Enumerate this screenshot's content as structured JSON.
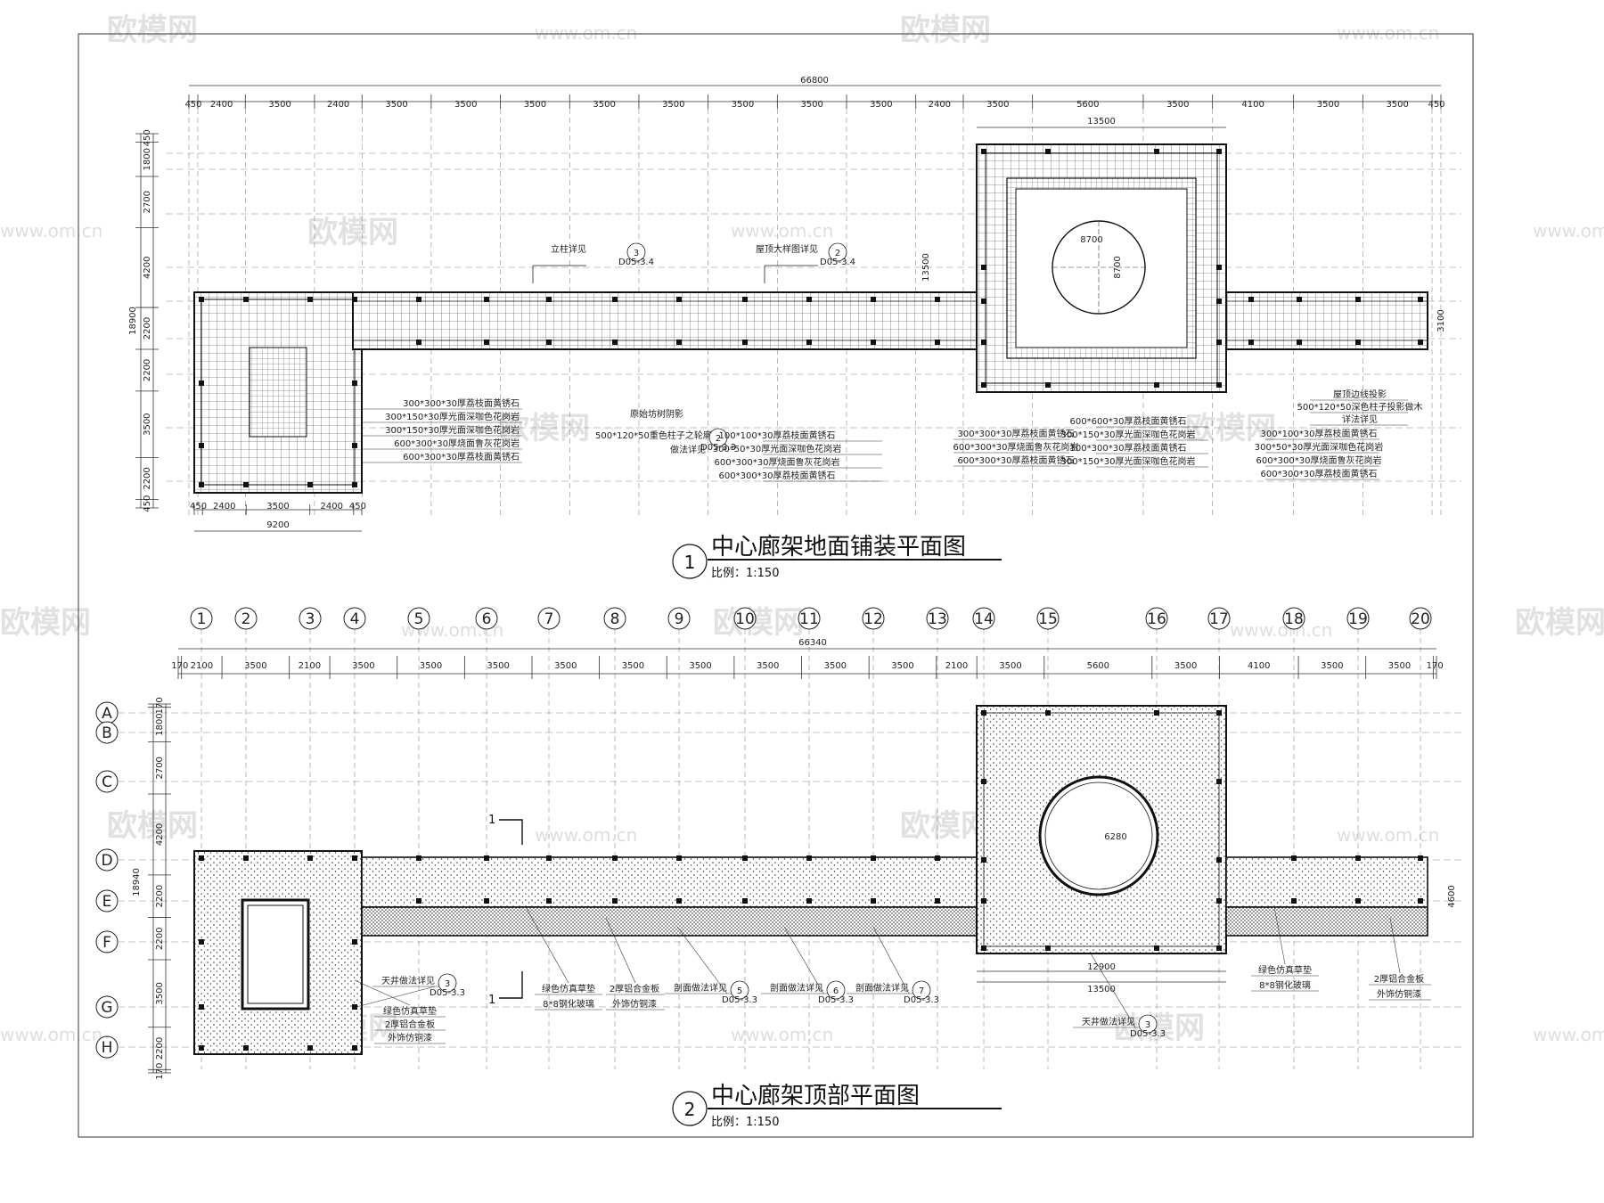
{
  "watermark": {
    "logo": "欧模网",
    "url": "www.om.cn"
  },
  "plan1": {
    "number": "1",
    "title": "中心廊架地面铺装平面图",
    "scale": "比例：1:150",
    "overall_dim": "66800",
    "top_dims": [
      "450",
      "2400",
      "3500",
      "2400",
      "3500",
      "3500",
      "3500",
      "3500",
      "3500",
      "3500",
      "3500",
      "3500",
      "2400",
      "3500",
      "5600",
      "3500",
      "4100",
      "3500",
      "3500",
      "450"
    ],
    "left_dims": [
      "450",
      "1800",
      "2700",
      "4200",
      "2200",
      "2200",
      "3500",
      "2200",
      "450"
    ],
    "left_total": "18900",
    "bottom_dims": [
      "450",
      "2400",
      "3500",
      "2400",
      "450"
    ],
    "bottom_total": "9200",
    "square_width": "13500",
    "square_height": "13500",
    "circle_dim_h": "8700",
    "circle_dim_v": "8700",
    "right_wing_height": "3100",
    "callouts": [
      {
        "text": "立柱详见",
        "num": "3",
        "ref": "D05-3.4"
      },
      {
        "text": "屋顶大样图详见",
        "num": "2",
        "ref": "D05-3.4"
      },
      {
        "text": "做法详见",
        "num": "2",
        "ref": "D05-3.3"
      }
    ],
    "notes_left": [
      "300*300*30厚荔枝面黄锈石",
      "300*150*30厚光面深咖色花岗岩",
      "300*150*30厚光面深咖色花岗岩",
      "600*300*30厚烧面鲁灰花岗岩",
      "600*300*30厚荔枝面黄锈石"
    ],
    "notes_mid_top": [
      "原始坊树阴影",
      "500*120*50重色柱子之轮廓木"
    ],
    "notes_mid": [
      "100*100*30厚荔枝面黄锈石",
      "300*50*30厚光面深咖色花岗岩",
      "600*300*30厚烧面鲁灰花岗岩",
      "600*300*30厚荔枝面黄锈石"
    ],
    "notes_square_left": [
      "300*300*30厚荔枝面黄锈石",
      "600*300*30厚烧面鲁灰花岗岩",
      "600*300*30厚荔枝面黄锈石"
    ],
    "notes_square_right": [
      "600*600*30厚荔枝面黄锈石",
      "300*150*30厚光面深咖色花岗岩",
      "300*300*30厚荔枝面黄锈石",
      "300*150*30厚光面深咖色花岗岩"
    ],
    "notes_right": [
      "屋顶边线投影",
      "500*120*50深色柱子投影做木",
      "详法详见",
      "300*100*30厚荔枝面黄锈石",
      "300*50*30厚光面深咖色花岗岩",
      "600*300*30厚烧面鲁灰花岗岩",
      "600*300*30厚荔枝面黄锈石"
    ]
  },
  "plan2": {
    "number": "2",
    "title": "中心廊架顶部平面图",
    "scale": "比例：1:150",
    "overall_dim": "66340",
    "axes_x": [
      "1",
      "2",
      "3",
      "4",
      "5",
      "6",
      "7",
      "8",
      "9",
      "10",
      "11",
      "12",
      "13",
      "14",
      "15",
      "16",
      "17",
      "18",
      "19",
      "20"
    ],
    "axes_y": [
      "A",
      "B",
      "C",
      "D",
      "E",
      "F",
      "G",
      "H"
    ],
    "top_dims": [
      "170",
      "2100",
      "3500",
      "2100",
      "3500",
      "3500",
      "3500",
      "3500",
      "3500",
      "3500",
      "3500",
      "3500",
      "3500",
      "2100",
      "3500",
      "5600",
      "3500",
      "4100",
      "3500",
      "3500",
      "170"
    ],
    "left_dims": [
      "170",
      "1800",
      "2700",
      "4200",
      "2200",
      "2200",
      "3500",
      "2200",
      "170"
    ],
    "left_total": "18940",
    "square_width": "13500",
    "square_inner": "12900",
    "circle_dim": "6280",
    "right_height": "4600",
    "section_mark": "1",
    "callouts": [
      {
        "text": "天井做法详见",
        "num": "3",
        "ref": "D05-3.3"
      },
      {
        "text": "剖面做法详见",
        "num": "5",
        "ref": "D05-3.3"
      },
      {
        "text": "剖面做法详见",
        "num": "6",
        "ref": "D05-3.3"
      },
      {
        "text": "剖面做法详见",
        "num": "7",
        "ref": "D05-3.3"
      },
      {
        "text": "天井做法详见",
        "num": "3",
        "ref": "D05-3.3"
      }
    ],
    "notes_a": [
      "绿色仿真草垫",
      "8*8钢化玻璃"
    ],
    "notes_b": [
      "2厚铝合金板",
      "外饰仿铜漆"
    ],
    "notes_c": [
      "绿色仿真草垫",
      "2厚铝合金板",
      "外饰仿铜漆"
    ],
    "notes_d": [
      "绿色仿真草垫",
      "8*8钢化玻璃"
    ],
    "notes_e": [
      "2厚铝合金板",
      "外饰仿铜漆"
    ]
  }
}
